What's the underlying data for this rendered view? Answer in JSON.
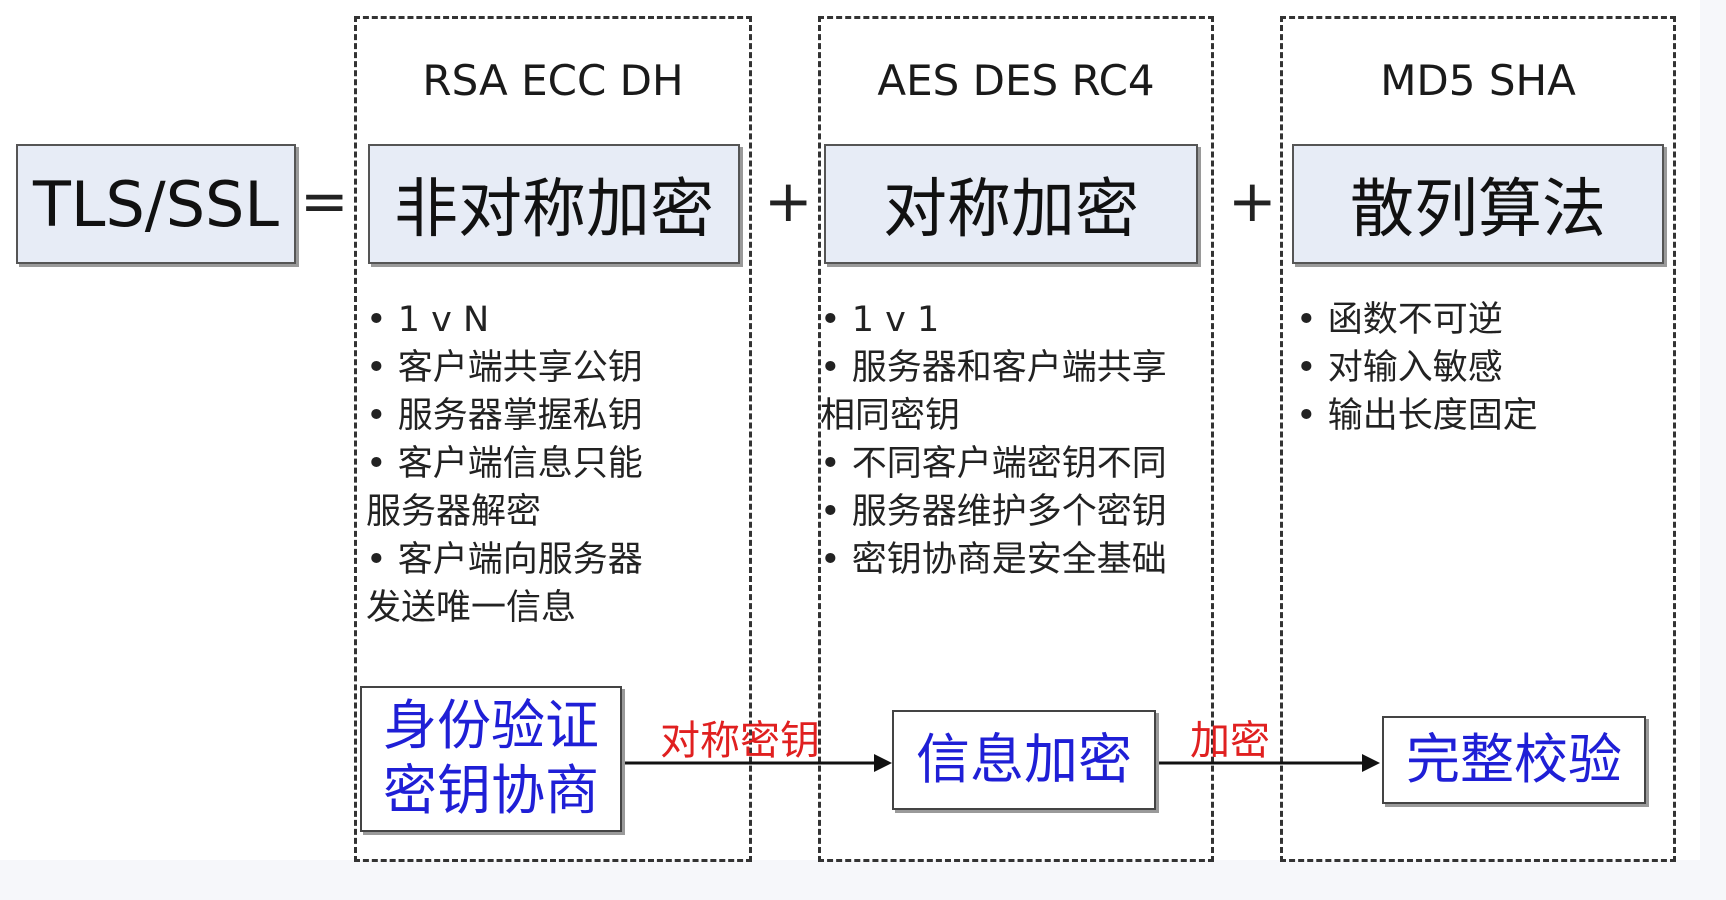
{
  "equation": {
    "tls": "TLS/SSL",
    "equals": "=",
    "plus1": "+",
    "plus2": "+"
  },
  "columns": [
    {
      "header": "RSA ECC DH",
      "title": "非对称加密",
      "bullets": [
        "• 1 v N",
        "• 客户端共享公钥",
        "• 服务器掌握私钥",
        "• 客户端信息只能",
        "服务器解密",
        "• 客户端向服务器",
        "发送唯一信息"
      ],
      "bottom_lines": [
        "身份验证",
        "密钥协商"
      ]
    },
    {
      "header": "AES DES RC4",
      "title": "对称加密",
      "bullets": [
        "• 1 v 1",
        "• 服务器和客户端共享",
        "相同密钥",
        "• 不同客户端密钥不同",
        "• 服务器维护多个密钥",
        "• 密钥协商是安全基础"
      ],
      "bottom_lines": [
        "信息加密"
      ]
    },
    {
      "header": "MD5 SHA",
      "title": "散列算法",
      "bullets": [
        "• 函数不可逆",
        "• 对输入敏感",
        "• 输出长度固定"
      ],
      "bottom_lines": [
        "完整校验"
      ]
    }
  ],
  "arrows": [
    {
      "label": "对称密钥"
    },
    {
      "label": "加密"
    }
  ],
  "colors": {
    "title_box": "#e7ecf6",
    "bottom_text": "#1f1fd6",
    "arrow_label": "#e02020"
  }
}
